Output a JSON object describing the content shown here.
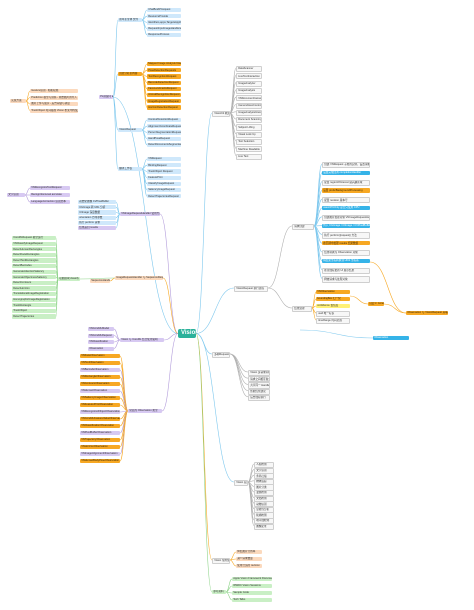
{
  "root": "Vision",
  "palette": {
    "link_blue": "#7ec8ee",
    "link_purple": "#b39ddb",
    "link_orange": "#f7a823",
    "link_green": "#8fd48a",
    "link_grey": "#b0b0b0",
    "root_fill": "#2bb19a"
  },
  "branches": {
    "upper_blue": {
      "label": "PL前提问 EC",
      "groups": [
        {
          "label": "新年主生体 文件",
          "items": [
            "ChatBotAPIrequest",
            "ResourceProvide",
            "Identifiers,apps,TargetsAppFile",
            "RequestInputImageHandlersEs",
            "ResponseProcess"
          ]
        },
        {
          "label": "回答分析主内容",
          "items": [
            "Mapped Image Analysis Data",
            "PoseDetectionRequests",
            "TextRecognitionRequest",
            "BarcodeDetectionRequest",
            "FaceLandmarksRequest",
            "AnimalRecognitionRequest",
            "ImageRegistrationRequest",
            "HorizonDetectionRequest"
          ]
        },
        {
          "label": "VisionRequest",
          "items": [
            "ContourDetectionRequest",
            "AlignmentCoordinateRequest",
            "PersonSegmentationRequest",
            "HandPoseRequest",
            "DetectDocumentsSegmentationRequest"
          ]
        },
        {
          "label": "翻译工作表",
          "items": [
            "VNRequest",
            "BindingRequest",
            "TrackObject Request",
            "FeaturePrint",
            "ClassifyImageRequest",
            "SaliencyImageRequest",
            "DetectTrajectoriesRequest"
          ]
        }
      ]
    },
    "left_peach": {
      "label": "实现方案",
      "items": [
        "Gesture识别 - 相机权限",
        "Prediction 模型与训练 - 原始图片的导入",
        "图片上传与展示 - 后台存储与调度",
        "TrackObject 时间轴在 Vision 框架中的使用"
      ]
    },
    "left_purple": {
      "label": "文字识别",
      "items": [
        "VNRecognizeTextRequest",
        "RecognitionLevel accurate",
        "LanguageCorrection 识别文本"
      ]
    },
    "mid_left": {
      "label": "VNImageRequestHandler 使用方法",
      "items": [
        "初始化图像 CVPixelBuffer",
        "CGImage 转 URL 分析",
        "CIImage 深度数据",
        "orientation 方向参数",
        "执行 perform 请求",
        "结果返回 results"
      ]
    },
    "green_group": {
      "label": "功能模块 classify",
      "items": [
        "CoreMLRequest 模型运行",
        "VNClassifyImageRequest",
        "DetectHumanRectangles",
        "DetectFaceRectangles",
        "DetectTextRectangles",
        "DetectBarcodes",
        "GenerateAttentionSaliency",
        "GenerateObjectnessSaliency",
        "DetectContours",
        "DetectHorizon",
        "TranslationalImageRegistration",
        "HomographicImageRegistration",
        "TrackRectangle",
        "TrackObject",
        "DetectTrajectories"
      ]
    },
    "mid_peach": {
      "label": "ImageRequestHandler 与 SequenceRequestHandler 对比",
      "items": [
        "SequenceHandler 视频追踪"
      ]
    },
    "purple_lower": {
      "label": "Vision 与 CoreML 结合使用说明",
      "items": [
        "VNCoreMLModel",
        "VNCoreMLRequest",
        "VNClassification",
        "Observation"
      ]
    },
    "lower_orange": {
      "label": "常见的 Observation 类型",
      "items": [
        "VNFaceObservation",
        "VNTextObservation",
        "VNBarcodeObservation",
        "VNRectangleObservation",
        "VNContoursObservation",
        "VNHumanObservation",
        "VNSaliencyImageObservation",
        "VNFeaturePrintObservation",
        "VNRecognizedObjectObservation",
        "VNCoreMLFeatureValueObservation",
        "VNClassificationObservation",
        "VNPixelBufferObservation",
        "VNTrajectoryObservation",
        "VNHorizonObservation",
        "VNImageAlignmentObservation",
        "VNHumanBodyPoseObservation"
      ]
    },
    "right_top": {
      "label": "VisionKit 概述",
      "items": [
        "DataScanner",
        "LiveTextInteraction",
        "ImageAnalyzer",
        "ImageAnalysis",
        "VNDocumentCamera",
        "CameraViewController",
        "ImageAnalysisInteraction",
        "Document Scanning",
        "Subject Lifting",
        "Visual Look Up",
        "Text Selection",
        "Machine Readable",
        "Live Text"
      ]
    },
    "right_mid": {
      "label": "VisionRequest 执行流程",
      "sub": [
        {
          "label": "请求创建",
          "items": [
            "创建 VNRequest 子类的实例，设置请求参数",
            "设置完成回调 completionHandler",
            "配置 regionOfInterest 感兴趣区域",
            "设置 preferBackgroundProcessing",
            "配置 revision 版本号",
            "usesCPUOnly 是否只使用 CPU",
            "创建图片处理对象 VNImageRequestHandler",
            "传入 CGImage / CIImage / CVPixelBuffer",
            "执行 perform([request]) 方法",
            "在回调中处理 results 结果数组",
            "结果转换为 Observation 对象",
            "将结果坐标转换到 UIKit 坐标系",
            "在主线程更新 UI 展示结果",
            "释放请求与处理对象"
          ]
        },
        {
          "label": "结果处理",
          "items": [
            "VNObservation",
            "boundingBox 归一化",
            "confidence 置信度",
            "uuid 唯一标识",
            "timeRange 时间范围"
          ]
        }
      ],
      "highlight": "Observation 与 VisionRequest 关联说明：一个请求可以产生多个观察结果",
      "note": "自定义 CoreML 模型"
    },
    "right_lower": {
      "label": "多种Request 组合",
      "items": [
        "Vision 多请求同时执行",
        "请求之间相互独立",
        "共享同一 Handler",
        "性能优化建议",
        "后台线程执行"
      ]
    },
    "right_bottom": {
      "label": "Vision 应用场景",
      "items": [
        "人脸检测",
        "文字识别",
        "条码扫描",
        "物体追踪",
        "图片分类",
        "姿态检测",
        "文档检测",
        "动物识别",
        "显著性分析",
        "轮廓检测",
        "地平线检测",
        "图像配准"
      ]
    },
    "orange_bottom": {
      "label": "Vision 常用优化",
      "items": [
        "降低图片分辨率",
        "减少请求数量",
        "使用合适的 revision"
      ]
    },
    "green_bottom": {
      "label": "参考资料",
      "items": [
        "Apple Vision Framework Documentation",
        "WWDC Vision Sessions",
        "Sample Code",
        "Tech Talks"
      ]
    }
  }
}
